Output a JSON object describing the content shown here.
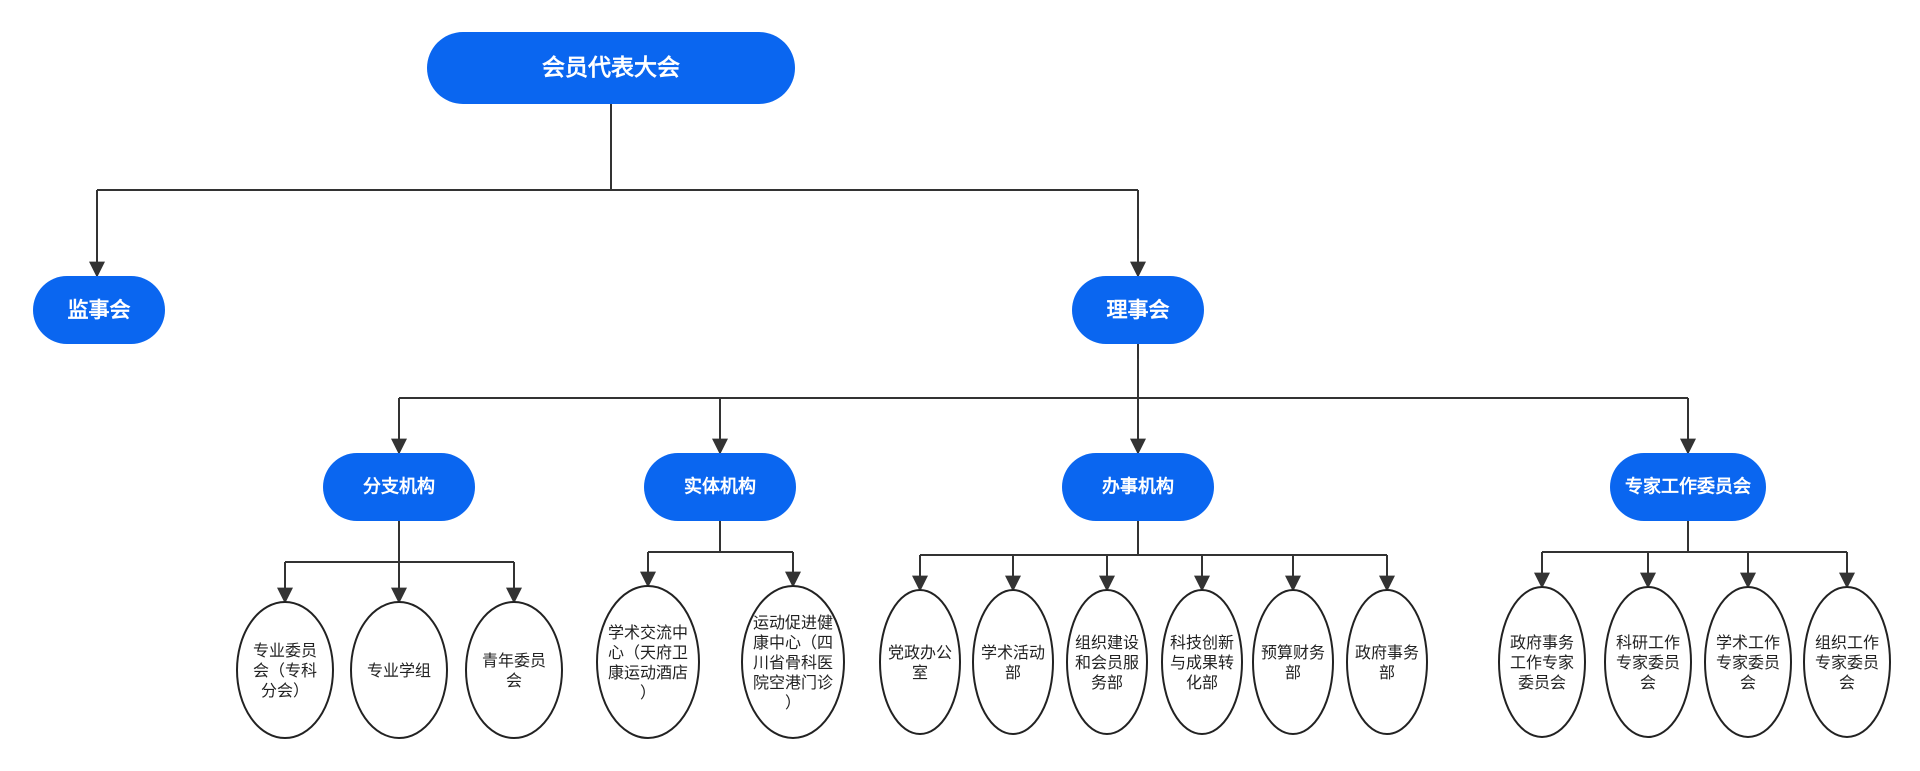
{
  "colors": {
    "node_fill": "#0a66f0",
    "node_text": "#ffffff",
    "line": "#333333",
    "leaf_stroke": "#222222"
  },
  "root": "会员代表大会",
  "level2": {
    "supervisors": "监事会",
    "council": "理事会"
  },
  "departments": [
    {
      "label": "分支机构",
      "children": [
        "专业委员会（专科分会）",
        "专业学组",
        "青年委员会"
      ]
    },
    {
      "label": "实体机构",
      "children": [
        "学术交流中心（天府卫康运动酒店）",
        "运动促进健康中心（四川省骨科医院空港门诊）"
      ]
    },
    {
      "label": "办事机构",
      "children": [
        "党政办公室",
        "学术活动部",
        "组织建设和会员服务部",
        "科技创新与成果转化部",
        "预算财务部",
        "政府事务部"
      ]
    },
    {
      "label": "专家工作委员会",
      "children": [
        "政府事务工作专家委员会",
        "科研工作专家委员会",
        "学术工作专家委员会",
        "组织工作专家委员会"
      ]
    }
  ]
}
